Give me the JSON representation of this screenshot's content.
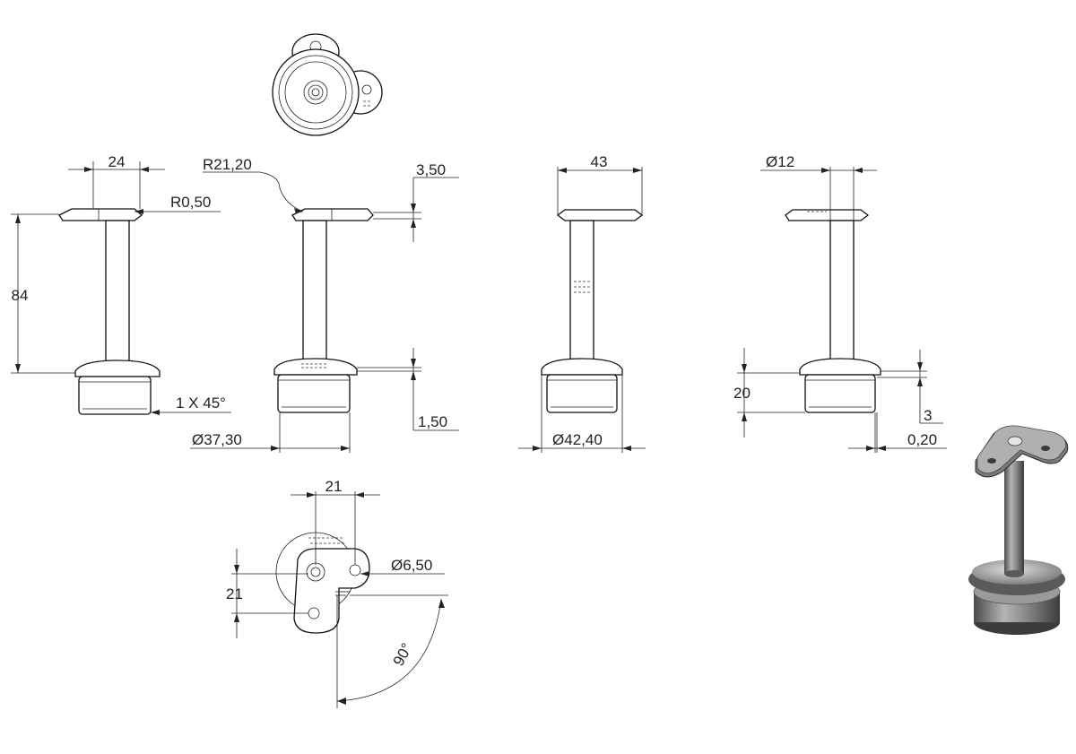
{
  "dimensions": {
    "d24": "24",
    "r050": "R0,50",
    "d84": "84",
    "chamfer": "1 X 45°",
    "r2120": "R21,20",
    "d350": "3,50",
    "d150": "1,50",
    "dia3730": "37,30",
    "d43": "43",
    "dia4240": "42,40",
    "dia12": "12",
    "d20": "20",
    "d3": "3",
    "d020": "0,20",
    "d21_top": "21",
    "d21_side": "21",
    "dia650": "6,50",
    "angle90": "90°"
  },
  "symbols": {
    "diameter": "Ø"
  },
  "colors": {
    "line": "#222222",
    "part_shade": "#7d7d7d",
    "part_dark": "#4a4a4a",
    "part_light": "#c8c8c8"
  }
}
